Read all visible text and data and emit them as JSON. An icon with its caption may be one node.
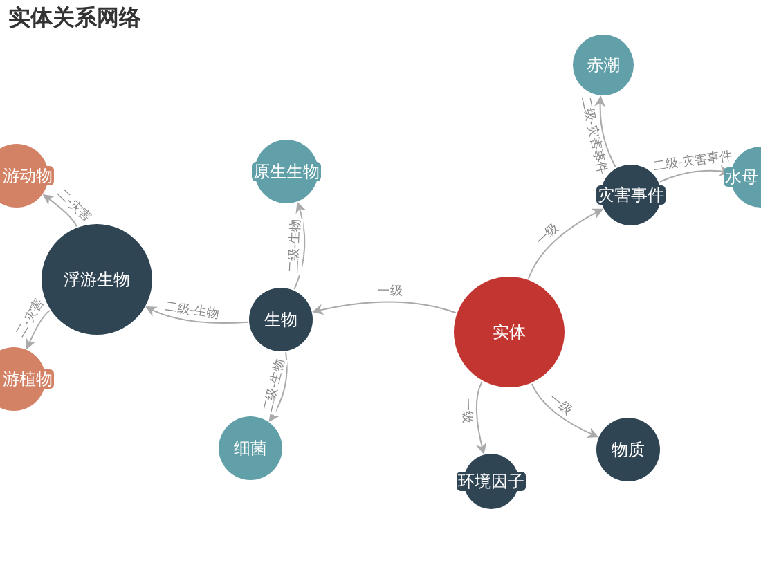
{
  "diagram": {
    "title": "实体关系网络",
    "nodes": [
      {
        "text": [
          "实体"
        ]
      },
      {
        "text": [
          "灾害事件"
        ]
      },
      {
        "text": [
          "赤潮"
        ]
      },
      {
        "text": [
          "水母"
        ]
      },
      {
        "text": [
          "生物"
        ]
      },
      {
        "text": [
          "原生生物"
        ]
      },
      {
        "text": [
          "细菌"
        ]
      },
      {
        "text": [
          "浮游生物"
        ]
      },
      {
        "text": [
          "游动物"
        ]
      },
      {
        "text": [
          "游植物"
        ]
      },
      {
        "text": [
          "环境因子"
        ]
      },
      {
        "text": [
          "物质"
        ]
      }
    ],
    "edges": [
      {
        "from": 0,
        "to": 1,
        "arrow": "to",
        "label": "一级"
      },
      {
        "from": 0,
        "to": 4,
        "arrow": "to",
        "label": "一级"
      },
      {
        "from": 0,
        "to": 10,
        "arrow": "to",
        "label": "一级"
      },
      {
        "from": 0,
        "to": 11,
        "arrow": "to",
        "label": "一级"
      },
      {
        "from": 1,
        "to": 2,
        "arrow": "to",
        "label": "二级-灾害事件"
      },
      {
        "from": 1,
        "to": 3,
        "arrow": "to",
        "label": "二级-灾害事件"
      },
      {
        "from": 4,
        "to": 5,
        "arrow": "to",
        "label": "二级-生物"
      },
      {
        "from": 4,
        "to": 6,
        "arrow": "to",
        "label": "二级-生物"
      },
      {
        "from": 4,
        "to": 7,
        "arrow": "to",
        "label": "二级-生物"
      },
      {
        "from": 7,
        "to": 8,
        "arrow": "to",
        "label": "二-灾害"
      },
      {
        "from": 7,
        "to": 9,
        "arrow": "to",
        "label": "二-灾害"
      }
    ]
  }
}
